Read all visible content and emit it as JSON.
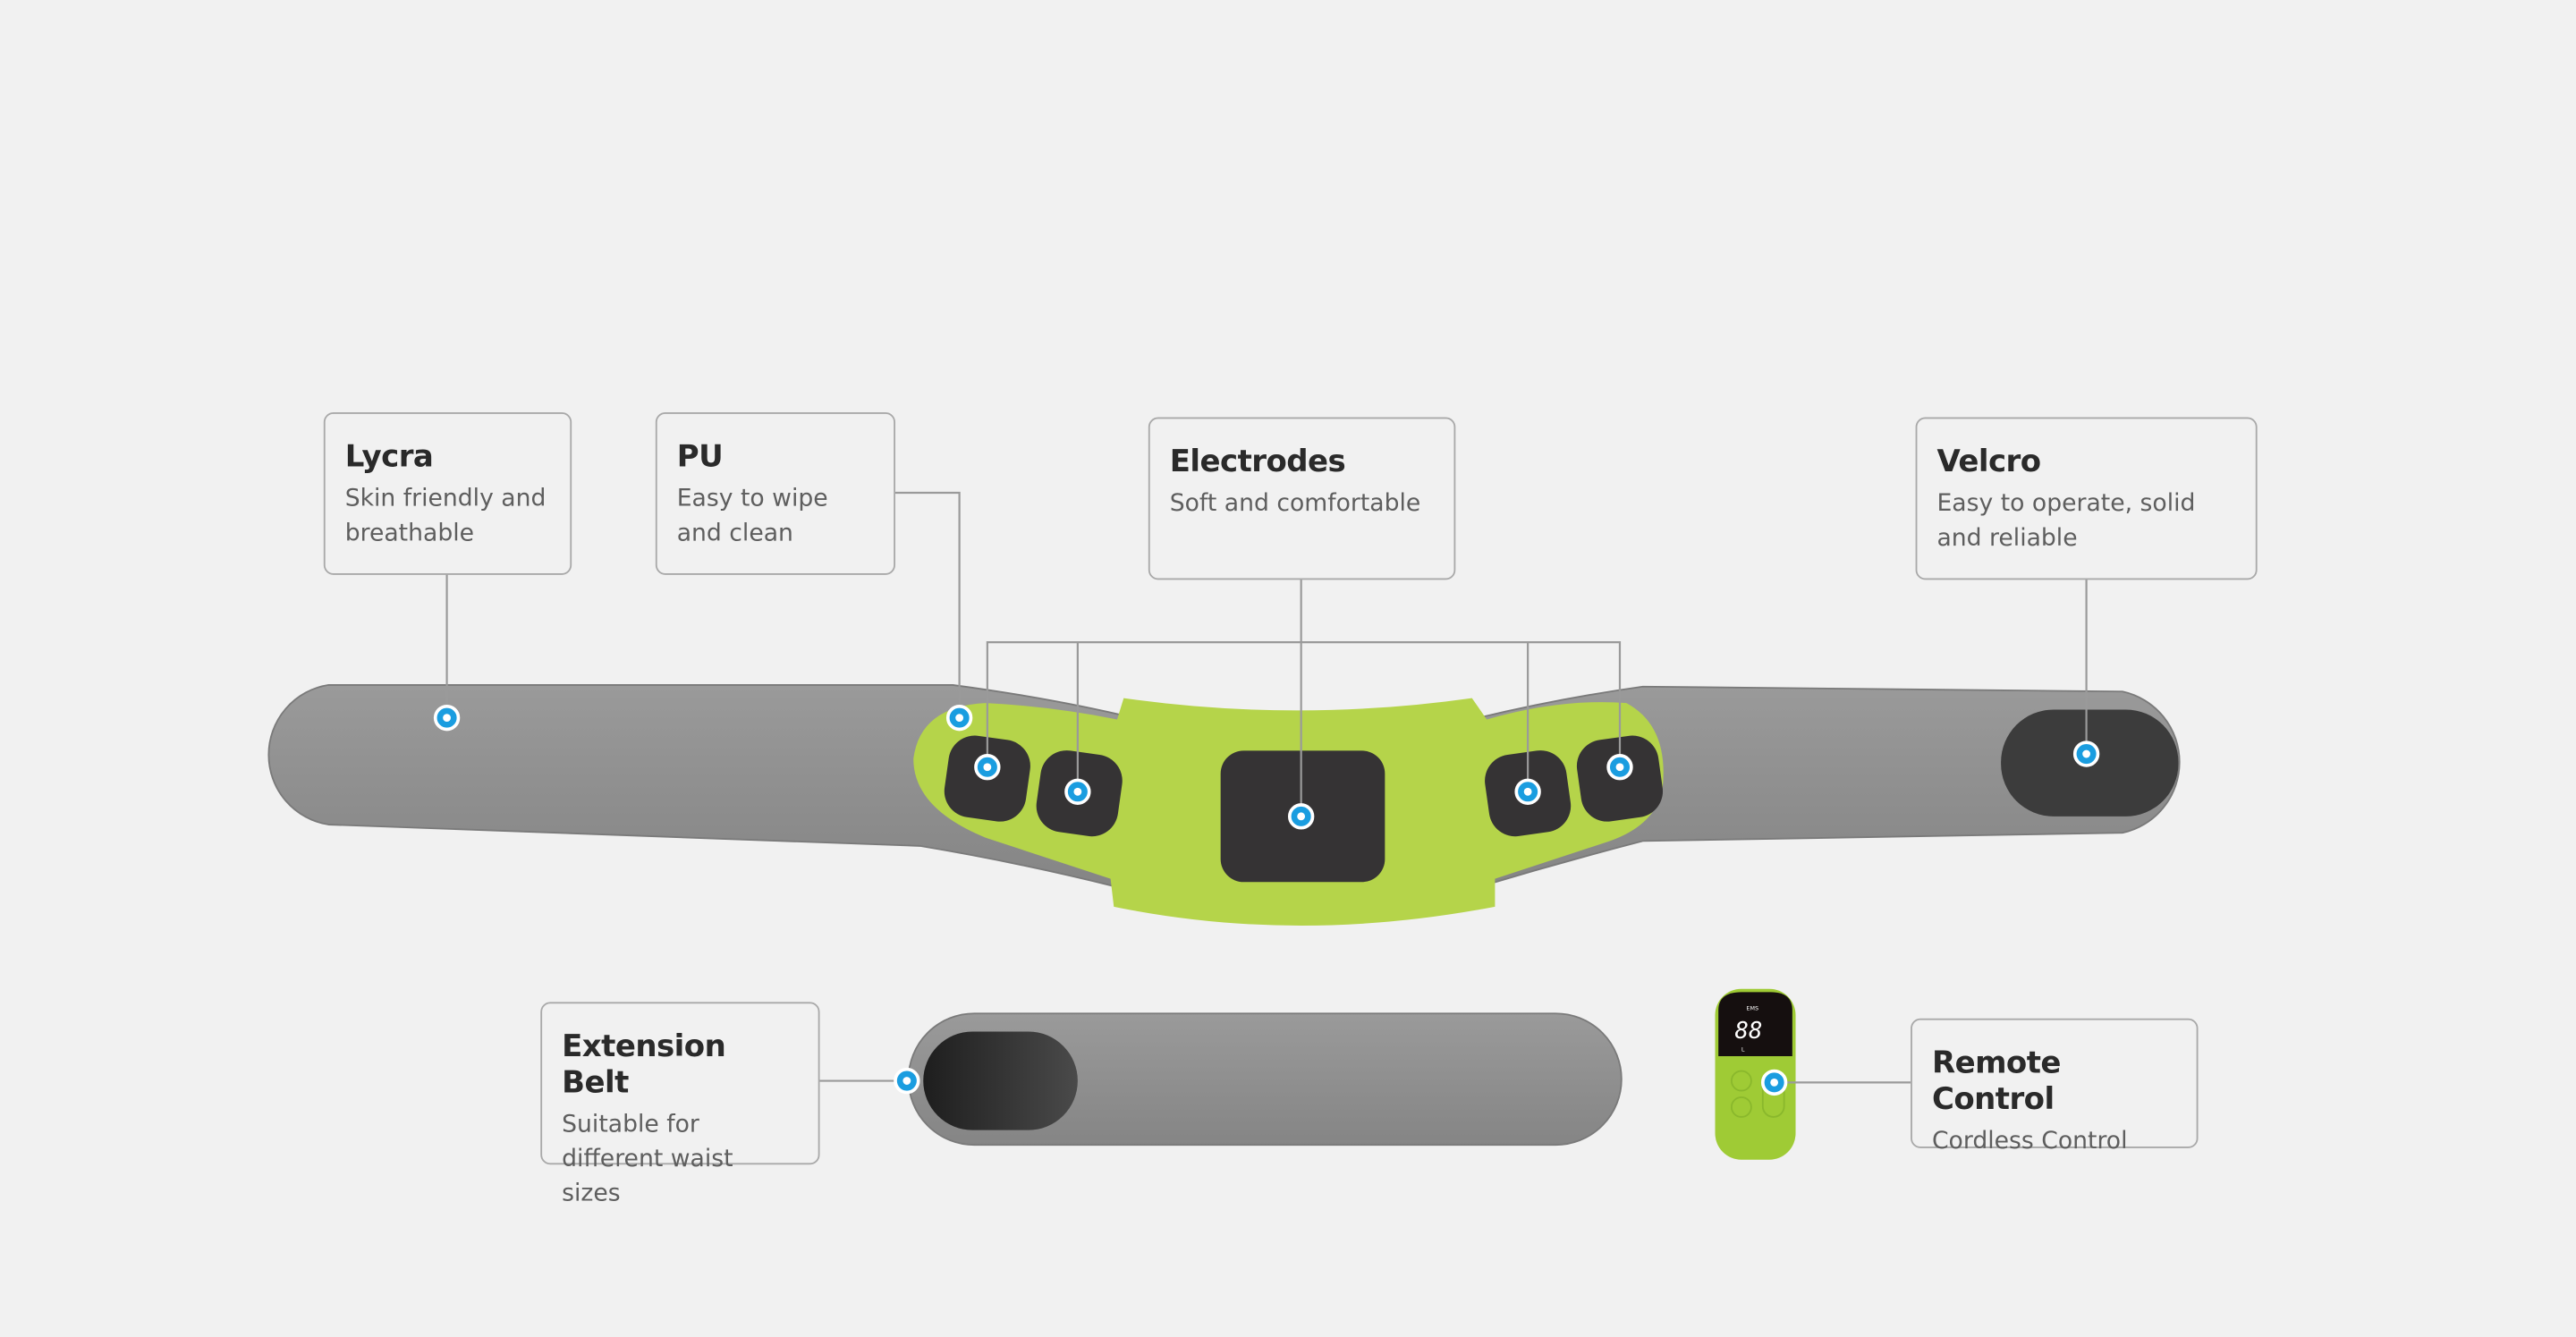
{
  "callouts": {
    "lycra": {
      "title": "Lycra",
      "subtitle": "Skin friendly and breathable"
    },
    "pu": {
      "title": "PU",
      "subtitle": "Easy to wipe and clean"
    },
    "electrodes": {
      "title": "Electrodes",
      "subtitle": "Soft and comfortable"
    },
    "velcro": {
      "title": "Velcro",
      "subtitle": "Easy to operate, solid and reliable"
    },
    "extension": {
      "title": "Extension Belt",
      "subtitle": "Suitable for different waist sizes"
    },
    "remote": {
      "title": "Remote Control",
      "subtitle": "Cordless Control"
    }
  },
  "remote_display": {
    "mode": "EMS",
    "digits": "88",
    "level": "L"
  },
  "colors": {
    "background": "#f1f1f1",
    "strap": "#8e8e8e",
    "pad": "#b5d44a",
    "electrode": "#353334",
    "marker": "#1a9de0"
  }
}
